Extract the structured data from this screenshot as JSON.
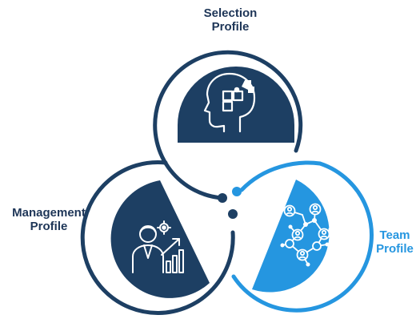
{
  "colors": {
    "navy": "#1d3f63",
    "navy_text": "#1d3557",
    "blue": "#2596e0",
    "white": "#ffffff"
  },
  "profiles": {
    "selection": {
      "line1": "Selection",
      "line2": "Profile",
      "icon": "head-puzzle-icon",
      "color": "#1d3f63"
    },
    "management": {
      "line1": "Management",
      "line2": "Profile",
      "icon": "manager-growth-chart-icon",
      "color": "#1d3f63"
    },
    "team": {
      "line1": "Team",
      "line2": "Profile",
      "icon": "team-network-icon",
      "color": "#2596e0"
    }
  }
}
